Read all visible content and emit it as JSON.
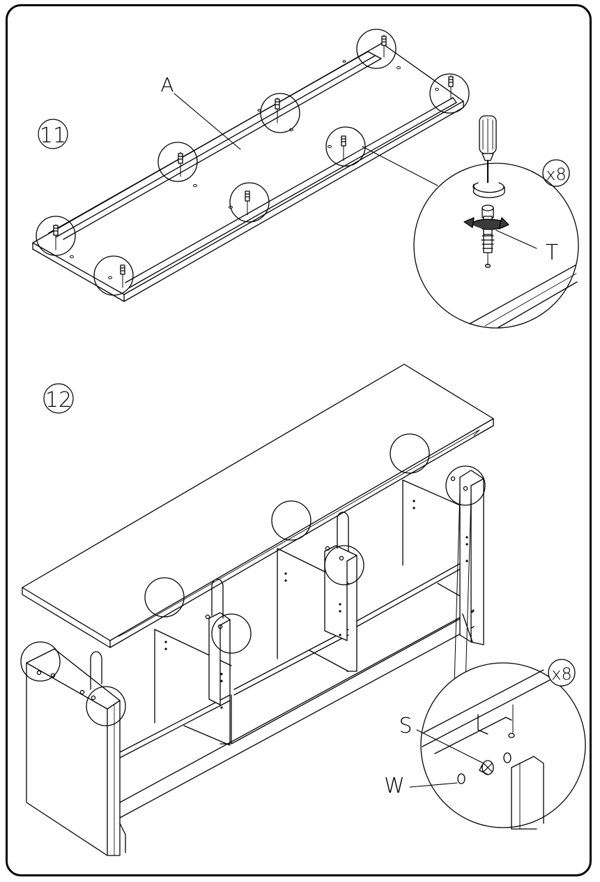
{
  "steps": [
    {
      "number": "11",
      "labels": {
        "panel": "A",
        "cam_bolt": "T",
        "quantity": "x8"
      }
    },
    {
      "number": "12",
      "labels": {
        "cam_lock": "S",
        "dowel": "W",
        "quantity": "x8"
      }
    }
  ],
  "colors": {
    "ink": "#000000",
    "paper": "#ffffff",
    "accent": "#3a3a3a"
  },
  "icons": [
    "screwdriver-icon",
    "rotate-arrow-icon",
    "cam-bolt-icon",
    "cam-lock-icon",
    "dowel-icon"
  ]
}
